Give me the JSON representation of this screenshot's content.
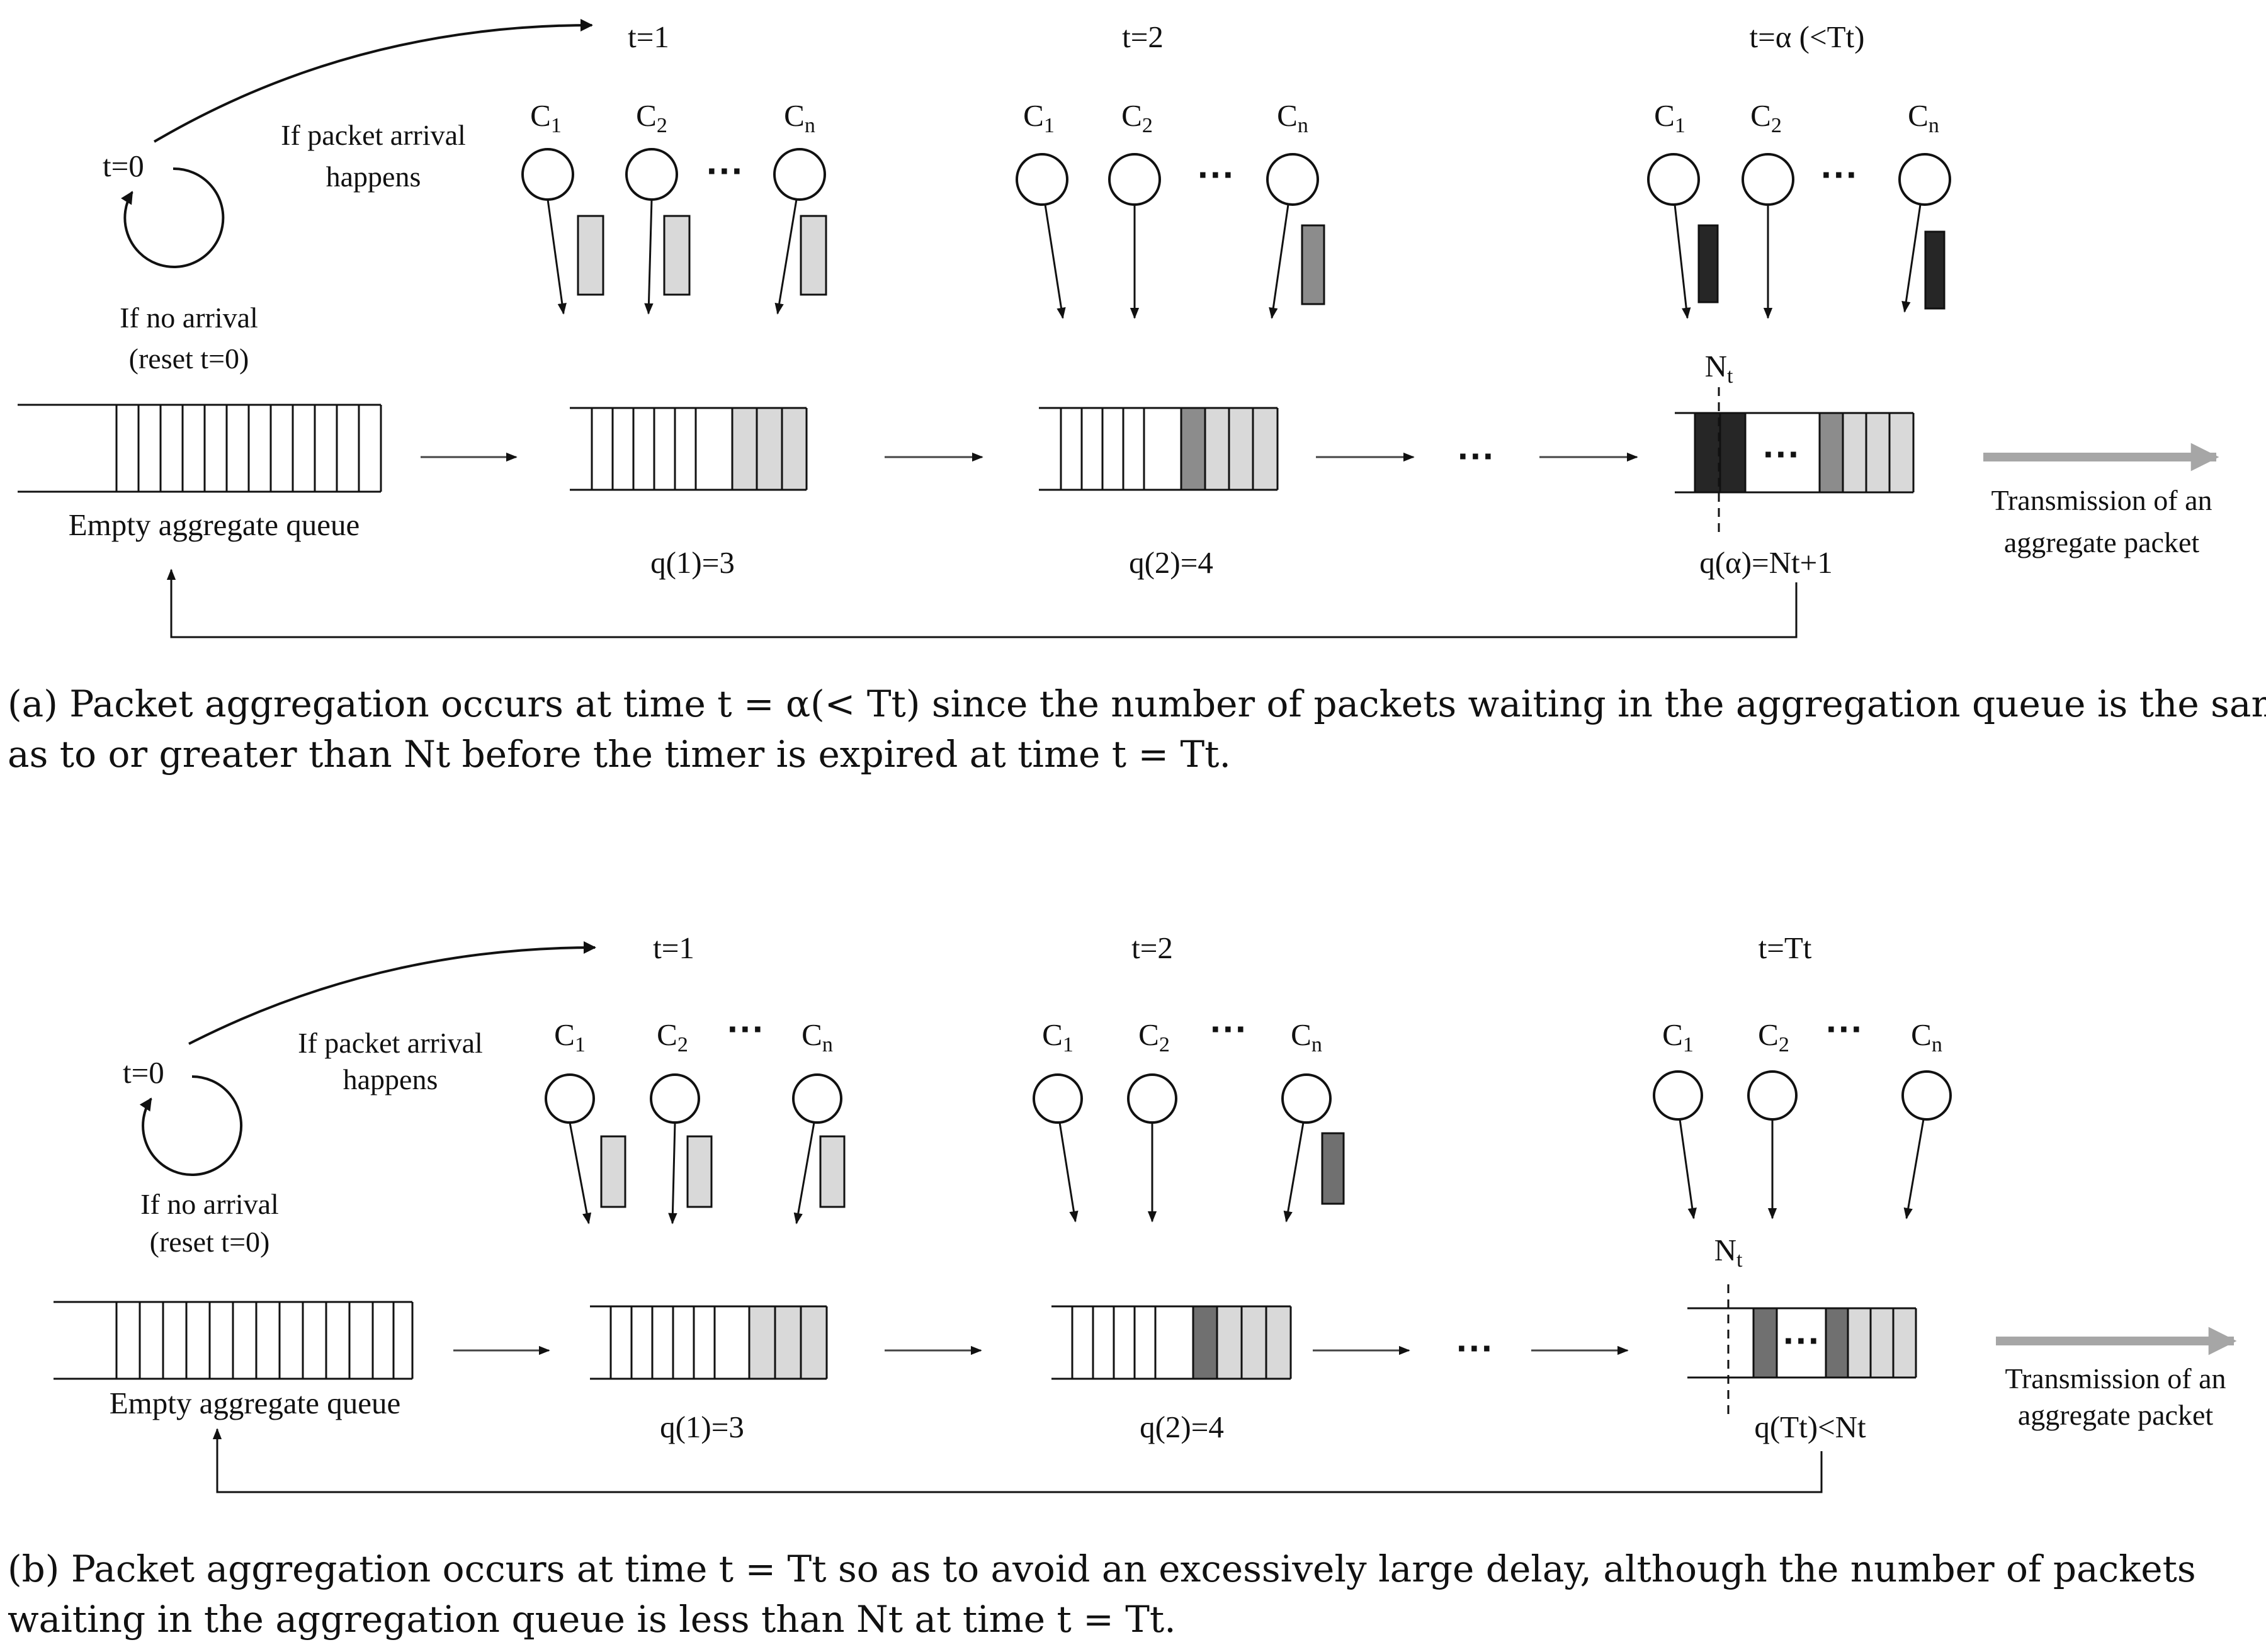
{
  "panels": [
    {
      "id": "a",
      "t0": "t=0",
      "arrival": [
        "If packet arrival",
        "happens"
      ],
      "no_arrival": [
        "If no arrival",
        "(reset t=0)"
      ],
      "empty_queue": "Empty aggregate queue",
      "steps": [
        {
          "time": "t=1",
          "q": "q(1)=3",
          "clients": [
            "C1",
            "C2",
            "Cn"
          ],
          "packets": [
            "light",
            "light",
            "light"
          ]
        },
        {
          "time": "t=2",
          "q": "q(2)=4",
          "clients": [
            "C1",
            "C2",
            "Cn"
          ],
          "packets": [
            "none",
            "none",
            "medium"
          ]
        },
        {
          "time": "t=α (<Tt)",
          "q": "q(α)=Nt+1",
          "clients": [
            "C1",
            "C2",
            "Cn"
          ],
          "packets": [
            "black",
            "none",
            "black"
          ]
        }
      ],
      "threshold": "Nt",
      "transmit": [
        "Transmission of an",
        "aggregate packet"
      ],
      "caption_line1": "(a)  Packet aggregation occurs at time t = α(< Tt) since the number of packets waiting in the aggregation queue is the same",
      "caption_line2": "as to or greater than Nt before the timer is expired at time t = Tt."
    },
    {
      "id": "b",
      "t0": "t=0",
      "arrival": [
        "If packet arrival",
        "happens"
      ],
      "no_arrival": [
        "If no arrival",
        "(reset t=0)"
      ],
      "empty_queue": "Empty aggregate queue",
      "steps": [
        {
          "time": "t=1",
          "q": "q(1)=3",
          "clients": [
            "C1",
            "C2",
            "Cn"
          ],
          "packets": [
            "light",
            "light",
            "light"
          ]
        },
        {
          "time": "t=2",
          "q": "q(2)=4",
          "clients": [
            "C1",
            "C2",
            "Cn"
          ],
          "packets": [
            "none",
            "none",
            "medium"
          ]
        },
        {
          "time": "t=Tt",
          "q": "q(Tt)<Nt",
          "clients": [
            "C1",
            "C2",
            "Cn"
          ],
          "packets": [
            "none",
            "none",
            "none"
          ]
        }
      ],
      "threshold": "Nt",
      "transmit": [
        "Transmission of an",
        "aggregate packet"
      ],
      "caption_line1": "(b)  Packet aggregation occurs at time t = Tt so as to avoid an excessively large delay, although the number of packets",
      "caption_line2": "waiting in the aggregation queue is less than Nt at time t = Tt."
    }
  ],
  "colors": {
    "light": "#d9d9d9",
    "medium": "#8c8c8c",
    "dark": "#707070",
    "black": "#262626",
    "arrow_gray": "#a6a6a6"
  }
}
